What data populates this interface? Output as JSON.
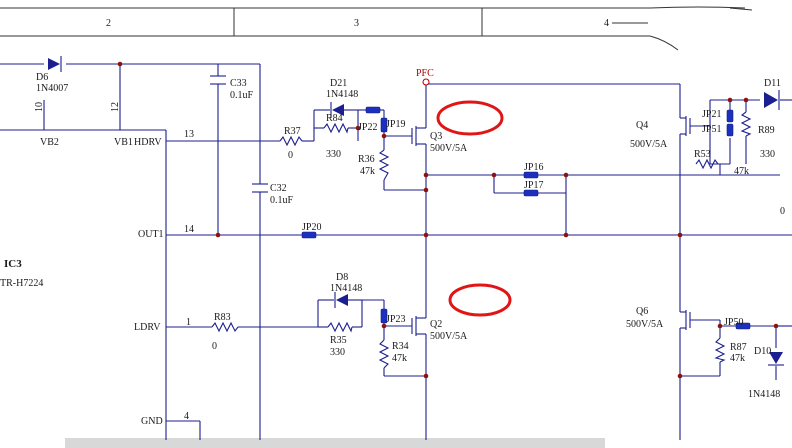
{
  "frame": {
    "columns": [
      "2",
      "3",
      "4"
    ]
  },
  "ic": {
    "designator": "IC3",
    "part": "TR-H7224",
    "pins": [
      {
        "name": "VB2",
        "num": "10"
      },
      {
        "name": "VB1",
        "num": "12"
      },
      {
        "name": "HDRV",
        "num": "13"
      },
      {
        "name": "OUT1",
        "num": "14"
      },
      {
        "name": "LDRV",
        "num": "1"
      },
      {
        "name": "GND",
        "num": "4"
      }
    ]
  },
  "net_pfc": "PFC",
  "diodes": [
    {
      "ref": "D6",
      "value": "1N4007"
    },
    {
      "ref": "D21",
      "value": "1N4148"
    },
    {
      "ref": "D8",
      "value": "1N4148"
    },
    {
      "ref": "D11",
      "value": ""
    },
    {
      "ref": "D10",
      "value": "1N4148"
    }
  ],
  "capacitors": [
    {
      "ref": "C33",
      "value": "0.1uF"
    },
    {
      "ref": "C32",
      "value": "0.1uF"
    }
  ],
  "resistors": [
    {
      "ref": "R37",
      "value": "0"
    },
    {
      "ref": "R84",
      "value": "330"
    },
    {
      "ref": "R36",
      "value": "47k"
    },
    {
      "ref": "R83",
      "value": "0"
    },
    {
      "ref": "R35",
      "value": "330"
    },
    {
      "ref": "R34",
      "value": "47k"
    },
    {
      "ref": "R89",
      "value": "330"
    },
    {
      "ref": "R53",
      "value": "47k"
    },
    {
      "ref": "R87",
      "value": "47k"
    }
  ],
  "jumpers": [
    "JP22",
    "JP19",
    "JP16",
    "JP17",
    "JP20",
    "JP23",
    "JP21",
    "JP51",
    "JP50"
  ],
  "transistors": [
    {
      "ref": "Q3",
      "value": "500V/5A"
    },
    {
      "ref": "Q2",
      "value": "500V/5A"
    },
    {
      "ref": "Q4",
      "value": "500V/5A"
    },
    {
      "ref": "Q6",
      "value": "500V/5A"
    }
  ],
  "edge_text": [
    "0"
  ],
  "colors": {
    "wire": "#1c1f8f",
    "label": "#1a1a1a",
    "net": "#b00000",
    "mark": "#e01515",
    "jumper": "#1c2fbf"
  }
}
